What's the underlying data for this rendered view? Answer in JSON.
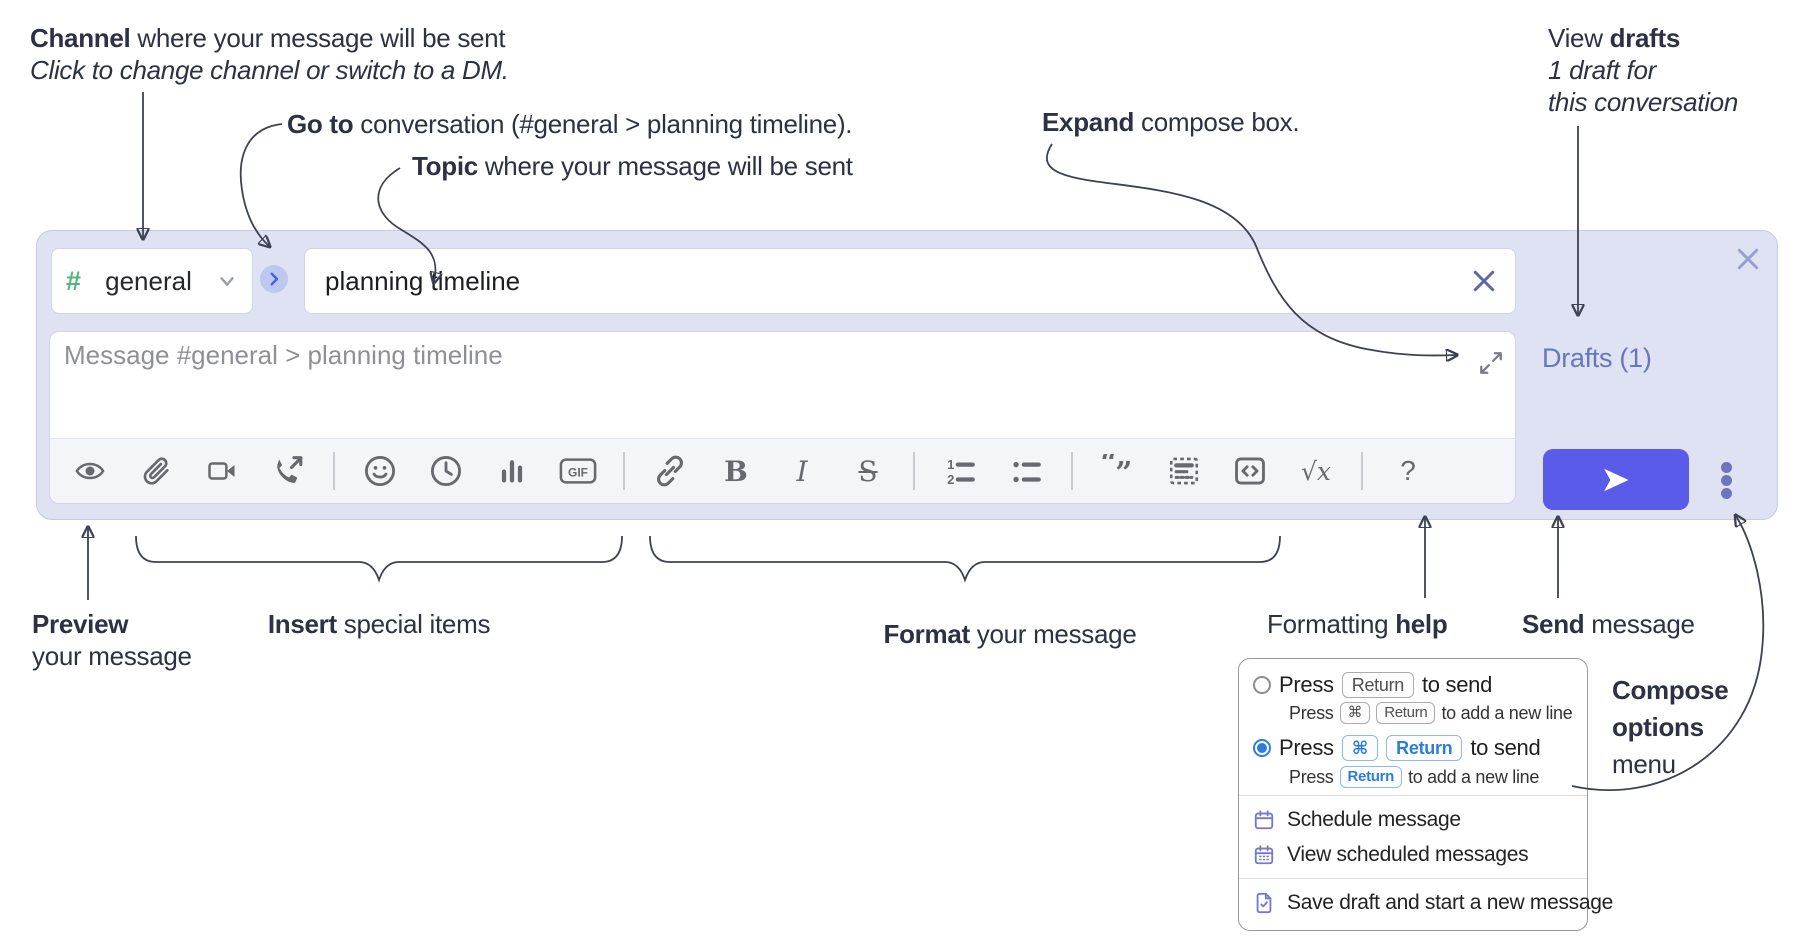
{
  "annotations": {
    "channel": {
      "bold": "Channel",
      "rest": " where your message will be sent",
      "sub": "Click to change channel or switch to a DM."
    },
    "goto": {
      "bold": "Go to",
      "rest": " conversation (#general > planning timeline)."
    },
    "topic": {
      "bold": "Topic",
      "rest": " where your message will be sent"
    },
    "expand": {
      "bold": "Expand",
      "rest": " compose box."
    },
    "drafts": {
      "rest": "View ",
      "bold": "drafts",
      "sub1": "1 draft for",
      "sub2": "this conversation"
    },
    "preview": {
      "bold": "Preview",
      "rest": "your message"
    },
    "insert": {
      "bold": "Insert",
      "rest": " special items"
    },
    "format": {
      "bold": "Format",
      "rest": " your message"
    },
    "help": {
      "rest": "Formatting ",
      "bold": "help"
    },
    "send": {
      "bold": "Send",
      "rest": " message"
    },
    "compose_options": {
      "line1": "Compose",
      "line2": "options",
      "line3": "menu"
    }
  },
  "compose": {
    "channel_hash": "#",
    "channel_name": "general",
    "topic_value": "planning timeline",
    "message_placeholder": "Message #general > planning timeline",
    "drafts_link": "Drafts (1)",
    "toolbar": {
      "gif": "GIF",
      "bold": "B",
      "italic": "I",
      "strike": "S",
      "math": "√x",
      "help": "?"
    }
  },
  "menu": {
    "option1": {
      "press": "Press",
      "key": "Return",
      "suffix": "to send",
      "sub_press": "Press",
      "sub_key1": "⌘",
      "sub_key2": "Return",
      "sub_suffix": "to add a new line"
    },
    "option2": {
      "press": "Press",
      "key1": "⌘",
      "key2": "Return",
      "suffix": "to send",
      "sub_press": "Press",
      "sub_key": "Return",
      "sub_suffix": "to add a new line"
    },
    "items": {
      "schedule": "Schedule message",
      "view_scheduled": "View scheduled messages",
      "save_draft": "Save draft and start a new message"
    }
  },
  "colors": {
    "compose_bg": "#dfe2f2",
    "send_button": "#5a5be8",
    "accent_blue": "#2b7de0",
    "drafts_link": "#6877bb",
    "hash_green": "#50b87c",
    "menu_icon_purple": "#7478d2",
    "annotation_text": "#2c3144"
  }
}
